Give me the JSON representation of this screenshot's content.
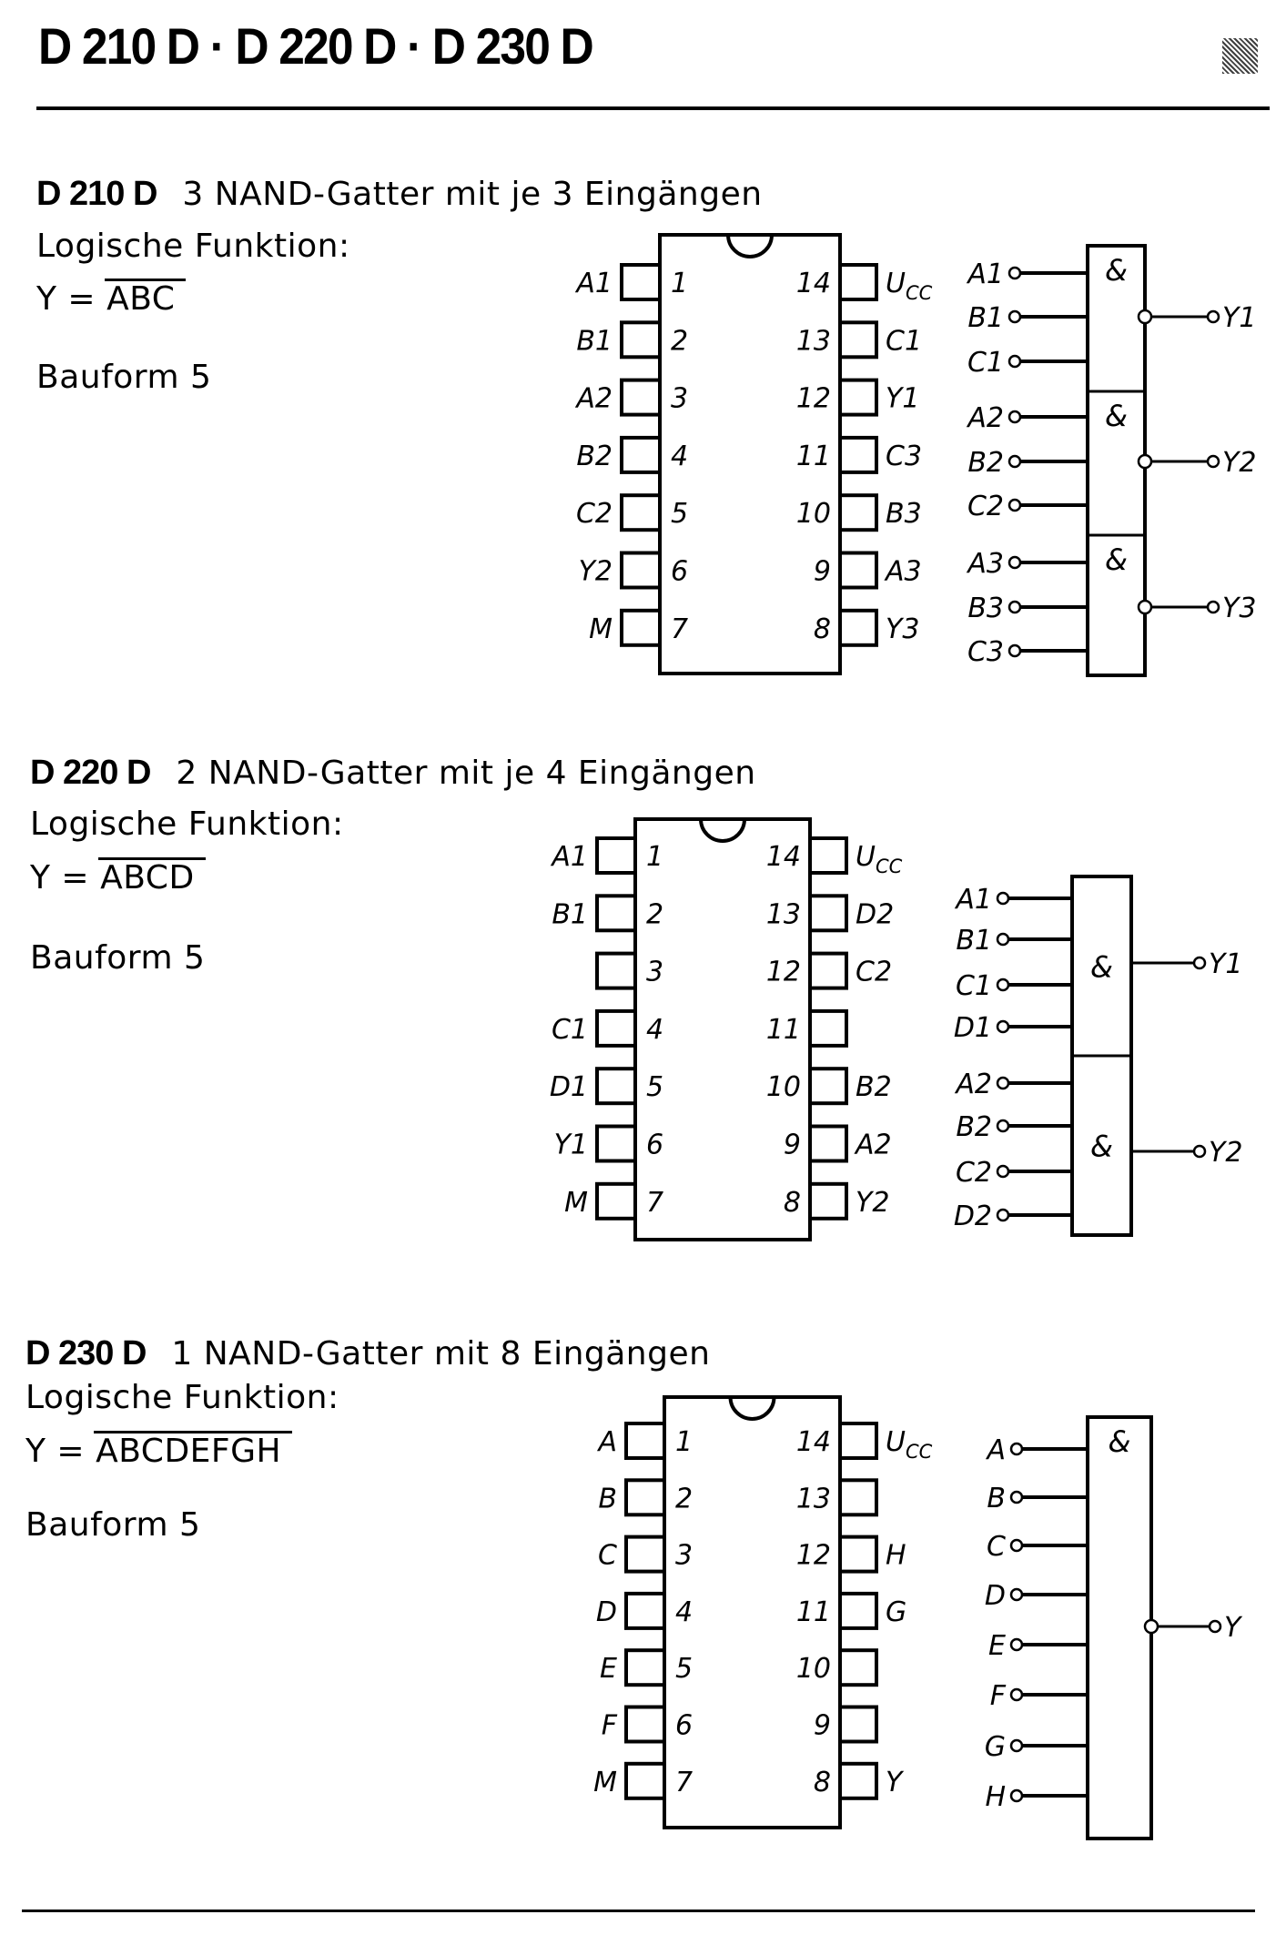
{
  "page": {
    "title": "D 210 D · D 220 D · D 230 D"
  },
  "labels": {
    "logic_function": "Logische Funktion:",
    "y_equals": "Y =",
    "package": "Bauform 5",
    "and_symbol": "&",
    "supply": "U",
    "supply_sub": "CC"
  },
  "sections": [
    {
      "code": "D 210 D",
      "description": "3 NAND-Gatter mit je 3 Eingängen",
      "function_expr": "ABC",
      "pins_left": [
        {
          "num": "1",
          "label": "A1"
        },
        {
          "num": "2",
          "label": "B1"
        },
        {
          "num": "3",
          "label": "A2"
        },
        {
          "num": "4",
          "label": "B2"
        },
        {
          "num": "5",
          "label": "C2"
        },
        {
          "num": "6",
          "label": "Y2"
        },
        {
          "num": "7",
          "label": "M"
        }
      ],
      "pins_right": [
        {
          "num": "14",
          "label": "Ucc"
        },
        {
          "num": "13",
          "label": "C1"
        },
        {
          "num": "12",
          "label": "Y1"
        },
        {
          "num": "11",
          "label": "C3"
        },
        {
          "num": "10",
          "label": "B3"
        },
        {
          "num": "9",
          "label": "A3"
        },
        {
          "num": "8",
          "label": "Y3"
        }
      ],
      "gates": [
        {
          "inputs": [
            "A1",
            "B1",
            "C1"
          ],
          "output": "Y1"
        },
        {
          "inputs": [
            "A2",
            "B2",
            "C2"
          ],
          "output": "Y2"
        },
        {
          "inputs": [
            "A3",
            "B3",
            "C3"
          ],
          "output": "Y3"
        }
      ]
    },
    {
      "code": "D 220 D",
      "description": "2 NAND-Gatter mit je 4 Eingängen",
      "function_expr": "ABCD",
      "pins_left": [
        {
          "num": "1",
          "label": "A1"
        },
        {
          "num": "2",
          "label": "B1"
        },
        {
          "num": "3",
          "label": ""
        },
        {
          "num": "4",
          "label": "C1"
        },
        {
          "num": "5",
          "label": "D1"
        },
        {
          "num": "6",
          "label": "Y1"
        },
        {
          "num": "7",
          "label": "M"
        }
      ],
      "pins_right": [
        {
          "num": "14",
          "label": "Ucc"
        },
        {
          "num": "13",
          "label": "D2"
        },
        {
          "num": "12",
          "label": "C2"
        },
        {
          "num": "11",
          "label": ""
        },
        {
          "num": "10",
          "label": "B2"
        },
        {
          "num": "9",
          "label": "A2"
        },
        {
          "num": "8",
          "label": "Y2"
        }
      ],
      "gates": [
        {
          "inputs": [
            "A1",
            "B1",
            "C1",
            "D1"
          ],
          "output": "Y1"
        },
        {
          "inputs": [
            "A2",
            "B2",
            "C2",
            "D2"
          ],
          "output": "Y2"
        }
      ]
    },
    {
      "code": "D 230 D",
      "description": "1 NAND-Gatter mit 8 Eingängen",
      "function_expr": "ABCDEFGH",
      "pins_left": [
        {
          "num": "1",
          "label": "A"
        },
        {
          "num": "2",
          "label": "B"
        },
        {
          "num": "3",
          "label": "C"
        },
        {
          "num": "4",
          "label": "D"
        },
        {
          "num": "5",
          "label": "E"
        },
        {
          "num": "6",
          "label": "F"
        },
        {
          "num": "7",
          "label": "M"
        }
      ],
      "pins_right": [
        {
          "num": "14",
          "label": "Ucc"
        },
        {
          "num": "13",
          "label": ""
        },
        {
          "num": "12",
          "label": "H"
        },
        {
          "num": "11",
          "label": "G"
        },
        {
          "num": "10",
          "label": ""
        },
        {
          "num": "9",
          "label": ""
        },
        {
          "num": "8",
          "label": "Y"
        }
      ],
      "gates": [
        {
          "inputs": [
            "A",
            "B",
            "C",
            "D",
            "E",
            "F",
            "G",
            "H"
          ],
          "output": "Y"
        }
      ]
    }
  ]
}
